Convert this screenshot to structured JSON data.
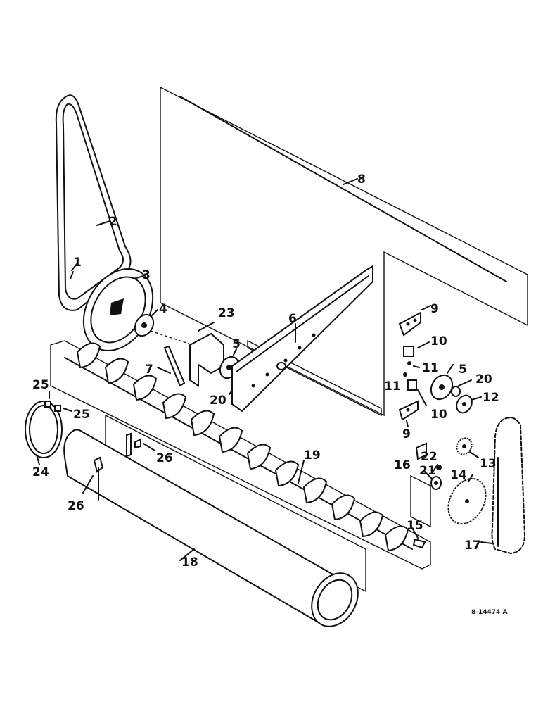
{
  "drawing_number": "8-14474 A",
  "callouts": {
    "c1": "1",
    "c2": "2",
    "c3": "3",
    "c4": "4",
    "c5a": "5",
    "c5b": "5",
    "c6": "6",
    "c7": "7",
    "c8": "8",
    "c9a": "9",
    "c9b": "9",
    "c10a": "10",
    "c10b": "10",
    "c11a": "11",
    "c11b": "11",
    "c12": "12",
    "c13": "13",
    "c14": "14",
    "c15": "15",
    "c16": "16",
    "c17": "17",
    "c18": "18",
    "c19": "19",
    "c20a": "20",
    "c20b": "20",
    "c21": "21",
    "c22": "22",
    "c23": "23",
    "c24": "24",
    "c25a": "25",
    "c25b": "25",
    "c26a": "26",
    "c26b": "26"
  }
}
